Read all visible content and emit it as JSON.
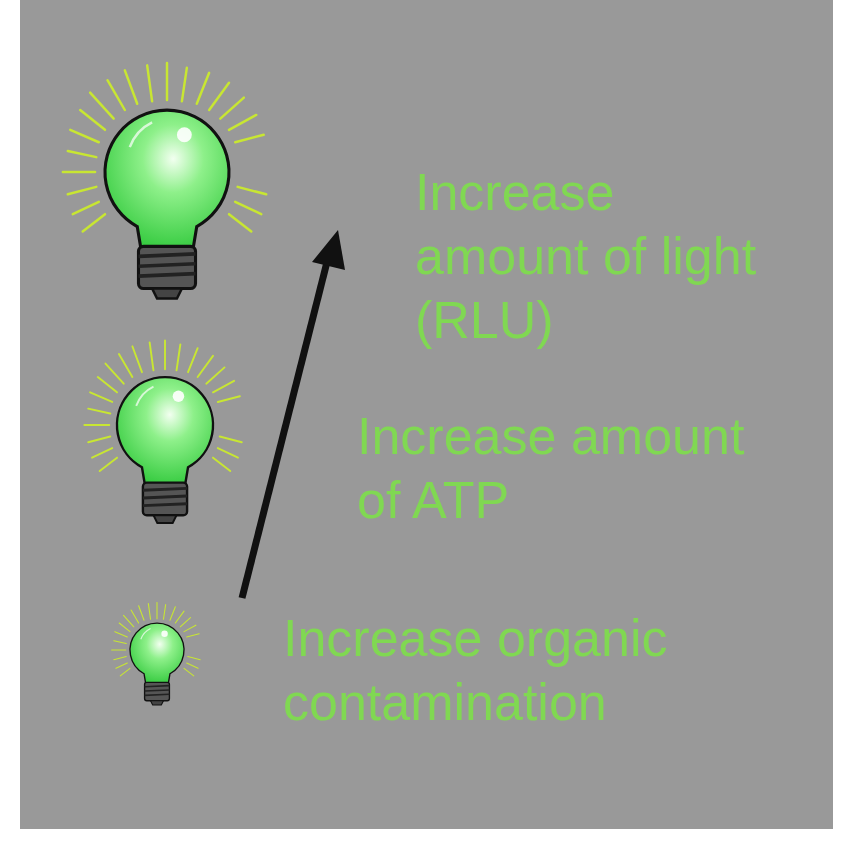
{
  "diagram": {
    "labels": [
      "Increase amount of light (RLU)",
      "Increase amount of ATP",
      "Increase organic contamination"
    ]
  }
}
